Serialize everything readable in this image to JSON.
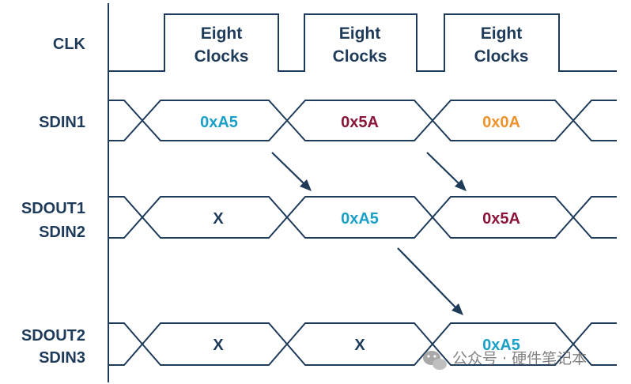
{
  "signals": {
    "clk": "CLK",
    "sdin1": "SDIN1",
    "sdout1": "SDOUT1",
    "sdin2": "SDIN2",
    "sdout2": "SDOUT2",
    "sdin3": "SDIN3"
  },
  "clock_pulses": [
    {
      "line1": "Eight",
      "line2": "Clocks"
    },
    {
      "line1": "Eight",
      "line2": "Clocks"
    },
    {
      "line1": "Eight",
      "line2": "Clocks"
    }
  ],
  "rows": {
    "sdin1": [
      "0xA5",
      "0x5A",
      "0x0A"
    ],
    "sdout1_sdin2": [
      "X",
      "0xA5",
      "0x5A"
    ],
    "sdout2_sdin3": [
      "X",
      "X",
      "0xA5"
    ]
  },
  "colors": {
    "line": "#1f3b5a",
    "value_a5": "#1aa0c8",
    "value_5a": "#8a1538",
    "value_0a": "#f0922b",
    "value_x": "#1f3b5a"
  },
  "watermark": {
    "text": "公众号 · 硬件笔记本",
    "icon": "wechat-icon"
  }
}
